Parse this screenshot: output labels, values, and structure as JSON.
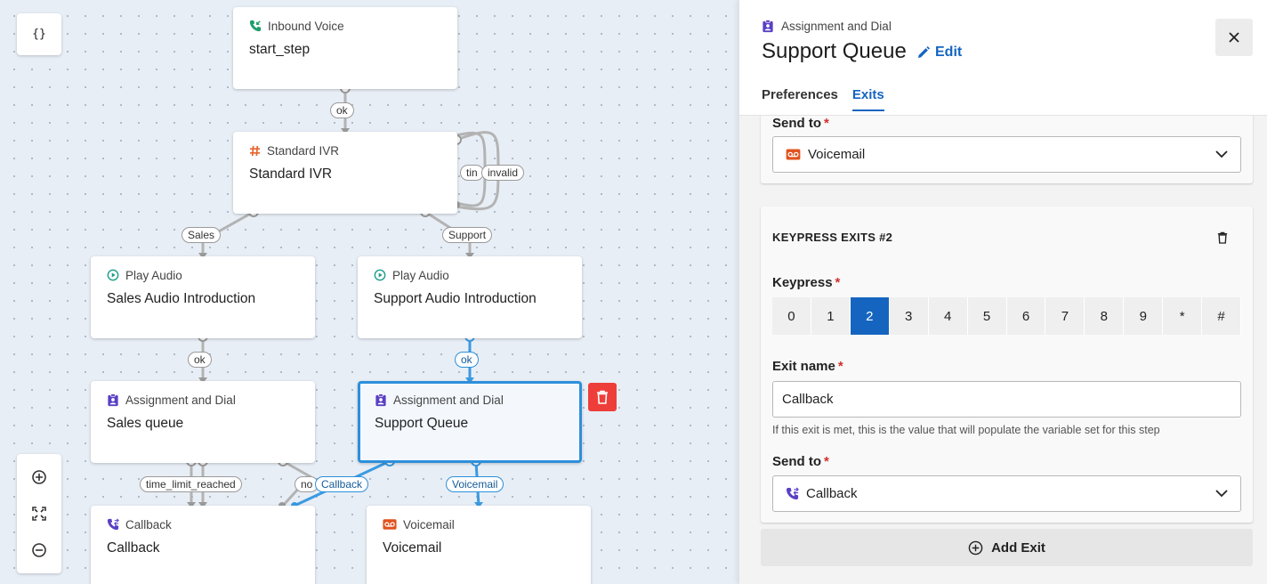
{
  "canvas": {
    "json_button": "{}",
    "nodes": {
      "inbound": {
        "type": "Inbound Voice",
        "title": "start_step"
      },
      "ivr": {
        "type": "Standard IVR",
        "title": "Standard IVR"
      },
      "sales_audio": {
        "type": "Play Audio",
        "title": "Sales Audio Introduction"
      },
      "support_audio": {
        "type": "Play Audio",
        "title": "Support Audio Introduction"
      },
      "sales_queue": {
        "type": "Assignment and Dial",
        "title": "Sales queue"
      },
      "support_queue": {
        "type": "Assignment and Dial",
        "title": "Support Queue"
      },
      "callback": {
        "type": "Callback",
        "title": "Callback"
      },
      "voicemail": {
        "type": "Voicemail",
        "title": "Voicemail"
      }
    },
    "edge_labels": {
      "ok1": "ok",
      "timeout": "tin",
      "invalid": "invalid",
      "sales": "Sales",
      "support": "Support",
      "ok2": "ok",
      "ok3": "ok",
      "time_limit": "time_limit_reached",
      "no": "no",
      "callback": "Callback",
      "voicemail": "Voicemail"
    }
  },
  "panel": {
    "type": "Assignment and Dial",
    "title": "Support Queue",
    "edit_label": "Edit",
    "tabs": [
      {
        "label": "Preferences",
        "active": false
      },
      {
        "label": "Exits",
        "active": true
      }
    ],
    "exit1": {
      "send_to_label": "Send to",
      "send_to_value": "Voicemail"
    },
    "exit2": {
      "title": "KEYPRESS EXITS #2",
      "keypress_label": "Keypress",
      "keys": [
        "0",
        "1",
        "2",
        "3",
        "4",
        "5",
        "6",
        "7",
        "8",
        "9",
        "*",
        "#"
      ],
      "selected_key": "2",
      "exit_name_label": "Exit name",
      "exit_name_value": "Callback",
      "helper": "If this exit is met, this is the value that will populate the variable set for this step",
      "send_to_label": "Send to",
      "send_to_value": "Callback"
    },
    "add_exit_label": "Add Exit",
    "required_mark": "*"
  },
  "colors": {
    "accent": "#1565c0",
    "selected_border": "#2d8fdb",
    "delete": "#ee3e3a",
    "voice_green": "#1e9e6a",
    "ivr_orange": "#e8632b",
    "assign_purple": "#5b3fc4",
    "voicemail_orange": "#e0531f"
  }
}
